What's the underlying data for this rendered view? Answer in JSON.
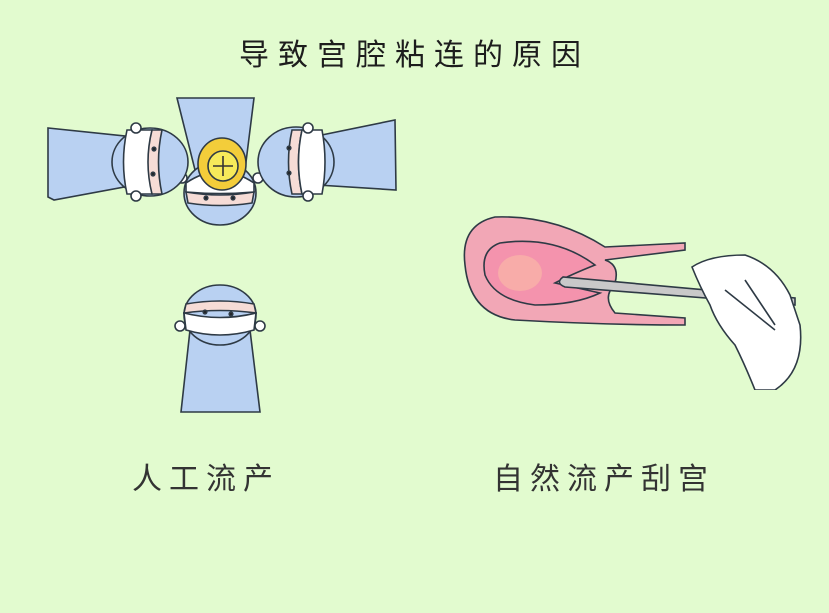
{
  "slide": {
    "title": "导致宫腔粘连的原因",
    "background_color": "#e2fbcf"
  },
  "illustrations": [
    {
      "id": "surgeons",
      "description": "four surgeons around an operating table, top view",
      "icon": "surgeons-around-table-icon",
      "caption": "人工流产",
      "colors": {
        "gown": "#b9d1f2",
        "mask": "#ffffff",
        "skin": "#f6dcd6",
        "table": "#f3cd3a",
        "table_inner": "#f6ea5a"
      }
    },
    {
      "id": "curettage",
      "description": "uterus with curette held by a hand",
      "icon": "uterus-curette-icon",
      "caption": "自然流产刮宫",
      "colors": {
        "uterus": "#f2a7b6",
        "cavity": "#f493ad",
        "instrument": "#c9c9c9",
        "hand": "#ffffff"
      }
    }
  ]
}
